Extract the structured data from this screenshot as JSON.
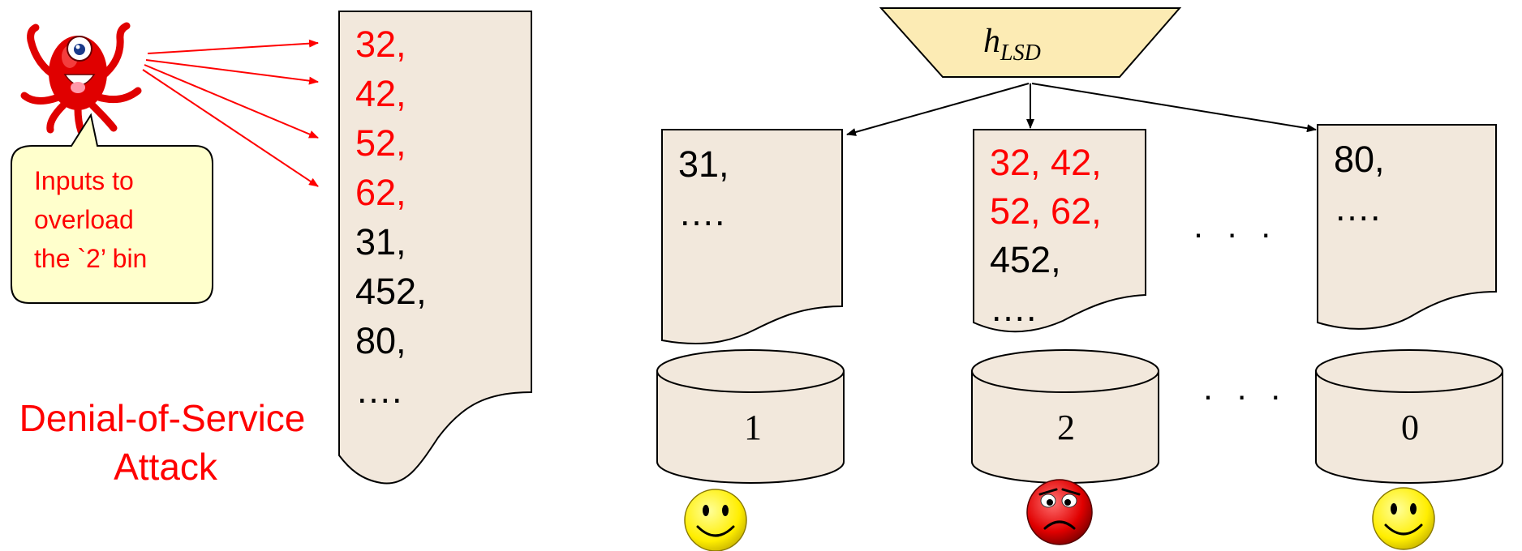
{
  "attacker": {
    "icon": "red-monster-icon",
    "bubble_lines": [
      "Inputs to",
      "overload",
      "the `2’ bin"
    ],
    "colors": {
      "attack": "#ff0000"
    }
  },
  "attack_label": {
    "line1": "Denial-of-Service",
    "line2": "Attack"
  },
  "input_list": {
    "red_items": [
      "32,",
      "42,",
      "52,",
      "62,"
    ],
    "black_items": [
      "31,",
      "452,",
      "80,",
      "…."
    ]
  },
  "hash_function": {
    "base": "h",
    "subscript": "LSD"
  },
  "bins": [
    {
      "label": "1",
      "red_lines": [],
      "black_lines": [
        "31,",
        "…."
      ],
      "status": "happy-smiley-icon"
    },
    {
      "label": "2",
      "red_lines": [
        "32, 42,",
        "52, 62,"
      ],
      "black_lines": [
        "452,",
        "…."
      ],
      "status": "sad-smiley-icon"
    },
    {
      "label": "0",
      "red_lines": [],
      "black_lines": [
        "80,",
        "…."
      ],
      "status": "happy-smiley-icon"
    }
  ],
  "ellipsis": "· · ·"
}
